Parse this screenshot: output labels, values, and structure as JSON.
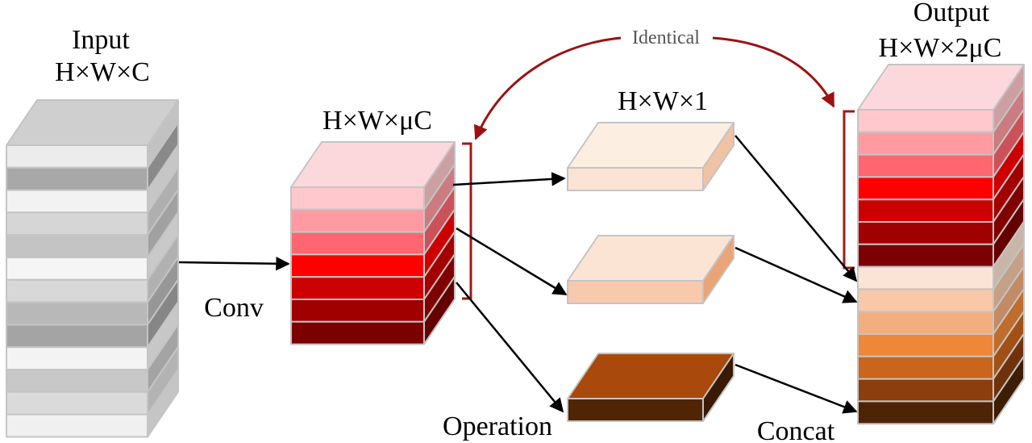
{
  "labels": {
    "input_title": "Input",
    "input_dims": "H×W×C",
    "conv": "Conv",
    "mid_dims": "H×W×μC",
    "slice_dims": "H×W×1",
    "identical": "Identical",
    "output_title": "Output",
    "output_dims": "H×W×2μC",
    "operation": "Operation",
    "concat": "Concat"
  },
  "colors": {
    "edge": "#c4c4c4",
    "arrow": "#000000",
    "identical_arrow": "#9b1111",
    "bracket": "#a01818",
    "input_layers": [
      "#ececec",
      "#a8a8a8",
      "#f2f2f2",
      "#d6d6d6",
      "#c4c4c4",
      "#f5f5f5",
      "#d8d8d8",
      "#b8b8b8",
      "#a4a4a4",
      "#f3f3f3",
      "#c8c8c8",
      "#dadada",
      "#f0f0f0"
    ],
    "input_top": "#cfcfcf",
    "red_top": "#fcd8dc",
    "red_layers": [
      "#ffc8cc",
      "#ff9aa0",
      "#ff6670",
      "#ff0000",
      "#cc0000",
      "#a00000",
      "#7d0000"
    ],
    "slice_top_fill": "#fdeee2",
    "slice_front_fill": "#fbe4d4",
    "slice_side_fill": "#f0c3a4",
    "slice2_top_fill": "#fce4d4",
    "slice2_front_fill": "#f8c9ad",
    "slice2_side_fill": "#eaa478",
    "op_top_fill": "#a9490c",
    "op_front_fill": "#4f2506",
    "op_side_fill": "#3a1a04",
    "orange_layers": [
      "#fbe4d6",
      "#f8c8a8",
      "#f3ae80",
      "#ee8838",
      "#c9651c",
      "#8c3e0e",
      "#4d2406"
    ]
  }
}
